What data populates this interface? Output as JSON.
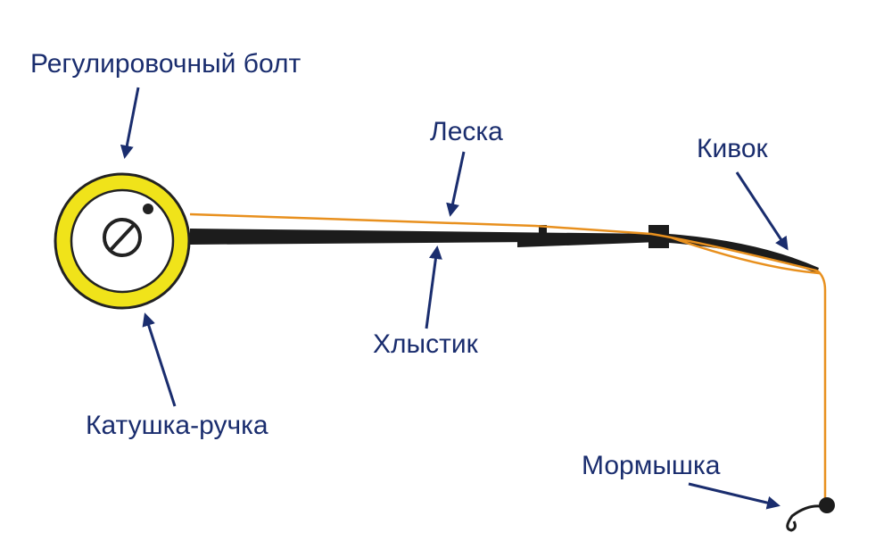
{
  "labels": {
    "bolt": "Регулировочный болт",
    "line": "Леска",
    "nod": "Кивок",
    "whip": "Хлыстик",
    "reel": "Катушка-ручка",
    "jig": "Мормышка"
  },
  "colors": {
    "label_text": "#1a2d6e",
    "arrow": "#1a2d6e",
    "reel_ring": "#f0e31a",
    "reel_outline": "#222222",
    "rod": "#1c1c1c",
    "fishing_line": "#e8901e",
    "jig": "#1c1c1c"
  }
}
